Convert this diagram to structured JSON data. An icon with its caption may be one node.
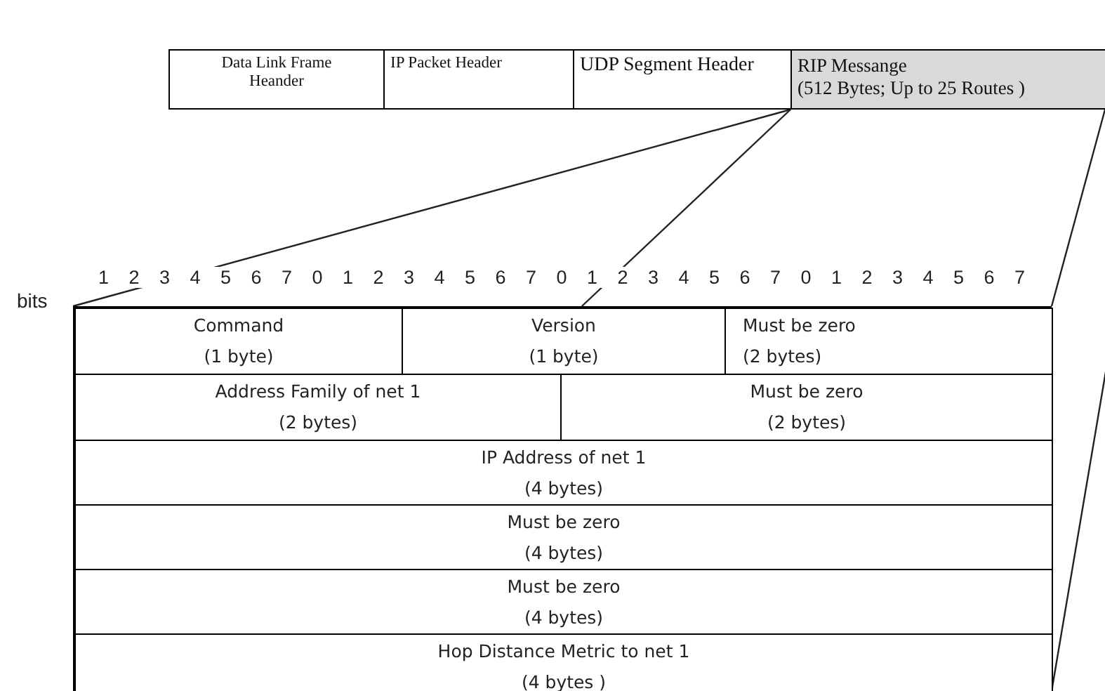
{
  "diagram": {
    "nodes": [
      {
        "text": [
          "Data Link Frame Heander"
        ]
      },
      {
        "text": [
          "IP Packet Header"
        ]
      },
      {
        "text": [
          "UDP Segment Header"
        ]
      },
      {
        "text": [
          "RIP Messange",
          "(512 Bytes; Up to 25 Routes )"
        ]
      },
      {
        "text": [],
        "shape": "box"
      },
      {
        "text": [
          "Command",
          "(1 byte)"
        ],
        "in": 4
      },
      {
        "text": [
          "Version",
          "(1 byte)"
        ],
        "in": 4
      },
      {
        "text": [
          "Must be zero",
          "(2 bytes)"
        ],
        "in": 4
      },
      {
        "text": [
          "Address Family of net 1",
          "(2 bytes)"
        ],
        "in": 4
      },
      {
        "text": [
          "Must be zero",
          "(2 bytes)"
        ],
        "in": 4
      },
      {
        "text": [
          "IP Address of net 1",
          "(4 bytes)"
        ],
        "in": 4
      },
      {
        "text": [
          "Must be zero",
          "(4 bytes)"
        ],
        "in": 4
      },
      {
        "text": [
          "Must be zero",
          "(4 bytes)"
        ],
        "in": 4
      },
      {
        "text": [
          "Hop Distance Metric to net 1",
          "(4 bytes )"
        ],
        "in": 4
      }
    ],
    "edges": [
      {
        "from": 3,
        "to": 4,
        "arrow": "none"
      },
      {
        "from": 3,
        "to": 4,
        "arrow": "none"
      },
      {
        "from": 3,
        "to": 4,
        "arrow": "none"
      },
      {
        "from": null,
        "to": 4,
        "arrow": "none"
      }
    ],
    "labels": [
      "bits",
      "1 2 3 4 5 6 7 0 1 2 3 4 5 6 7 0 1 2 3 4 5 6 7 0 1 2 3 4 5 6 7"
    ]
  }
}
